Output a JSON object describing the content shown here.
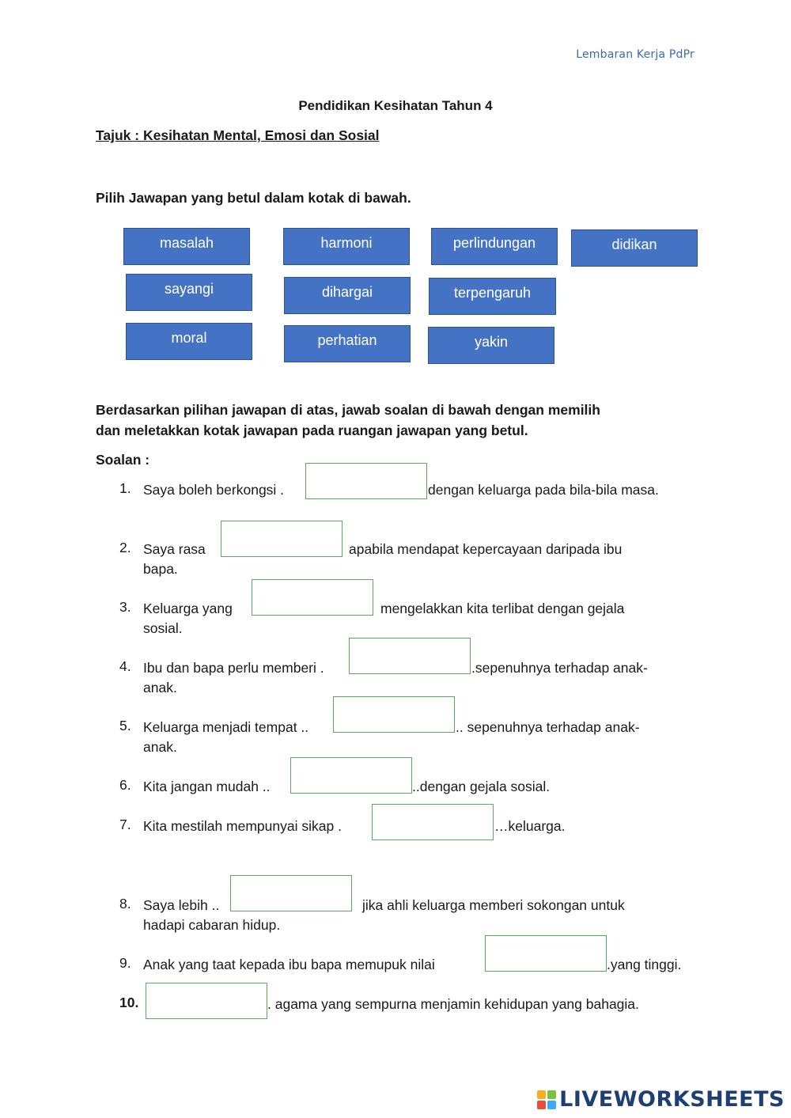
{
  "header_note": "Lembaran Kerja PdPr",
  "title": "Pendidikan Kesihatan Tahun 4",
  "topic": "Tajuk : Kesihatan Mental, Emosi dan Sosial",
  "instruction_1": "Pilih Jawapan yang betul dalam kotak di bawah.",
  "chips": [
    "masalah",
    "harmoni",
    "perlindungan",
    "didikan",
    "sayangi",
    "dihargai",
    "terpengaruh",
    "moral",
    "perhatian",
    "yakin"
  ],
  "instruction_2_line1": "Berdasarkan pilihan jawapan di atas, jawab soalan di bawah dengan memilih",
  "instruction_2_line2": "dan meletakkan kotak jawapan  pada ruangan jawapan yang betul.",
  "soalan_label": "Soalan :",
  "questions": [
    {
      "num": "1.",
      "before": "Saya boleh berkongsi .",
      "after": "dengan keluarga pada bila-bila masa.",
      "cont": ""
    },
    {
      "num": "2.",
      "before": "Saya rasa",
      "after": "apabila mendapat kepercayaan daripada ibu",
      "cont": "bapa."
    },
    {
      "num": "3.",
      "before": "Keluarga yang",
      "after": "mengelakkan kita terlibat dengan gejala",
      "cont": "sosial."
    },
    {
      "num": "4.",
      "before": "Ibu dan bapa perlu memberi .",
      "after": ".sepenuhnya terhadap anak-",
      "cont": "anak."
    },
    {
      "num": "5.",
      "before": "Keluarga menjadi tempat ..",
      "after": ".. sepenuhnya terhadap anak-",
      "cont": "anak."
    },
    {
      "num": "6.",
      "before": "Kita jangan mudah ..",
      "after": "..dengan gejala sosial.",
      "cont": ""
    },
    {
      "num": "7.",
      "before": "Kita mestilah mempunyai sikap .",
      "after": "…keluarga.",
      "cont": ""
    },
    {
      "num": "8.",
      "before": "Saya lebih ..",
      "after": "jika ahli keluarga memberi sokongan untuk",
      "cont": "hadapi cabaran hidup."
    },
    {
      "num": "9.",
      "before": "Anak yang taat kepada ibu bapa memupuk nilai",
      "after": ".yang tinggi.",
      "cont": ""
    },
    {
      "num": "10.",
      "before": "",
      "after": ". agama yang sempurna menjamin kehidupan yang bahagia.",
      "cont": ""
    }
  ],
  "brand": "LIVEWORKSHEETS",
  "brand_colors": [
    "#f6b01e",
    "#7ac143",
    "#e94e3d",
    "#3fa9f5"
  ]
}
